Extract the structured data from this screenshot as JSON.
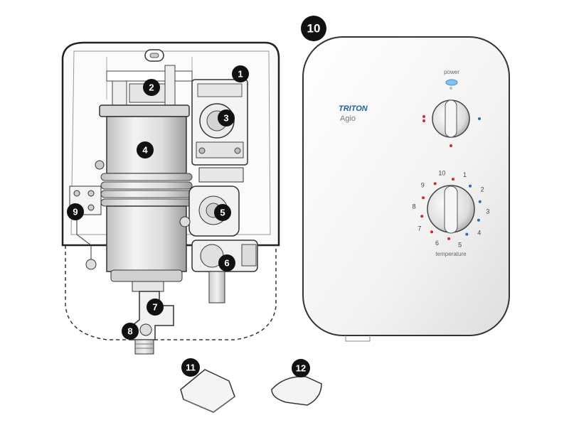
{
  "diagram": {
    "callouts": [
      "1",
      "2",
      "3",
      "4",
      "5",
      "6",
      "7",
      "8",
      "9",
      "10",
      "11",
      "12"
    ]
  },
  "front_panel": {
    "power_label": "power",
    "brand": "TRITON",
    "model": "Agio",
    "temperature_label": "temperature",
    "dial_numbers": [
      "10",
      "1",
      "2",
      "3",
      "4",
      "5",
      "6",
      "7",
      "8",
      "9"
    ],
    "colors": {
      "brand": "#1f5fa8",
      "hot_dot": "#d9262b",
      "cold_dot": "#1f6fc0",
      "power_led": "#7ec4ee"
    }
  }
}
